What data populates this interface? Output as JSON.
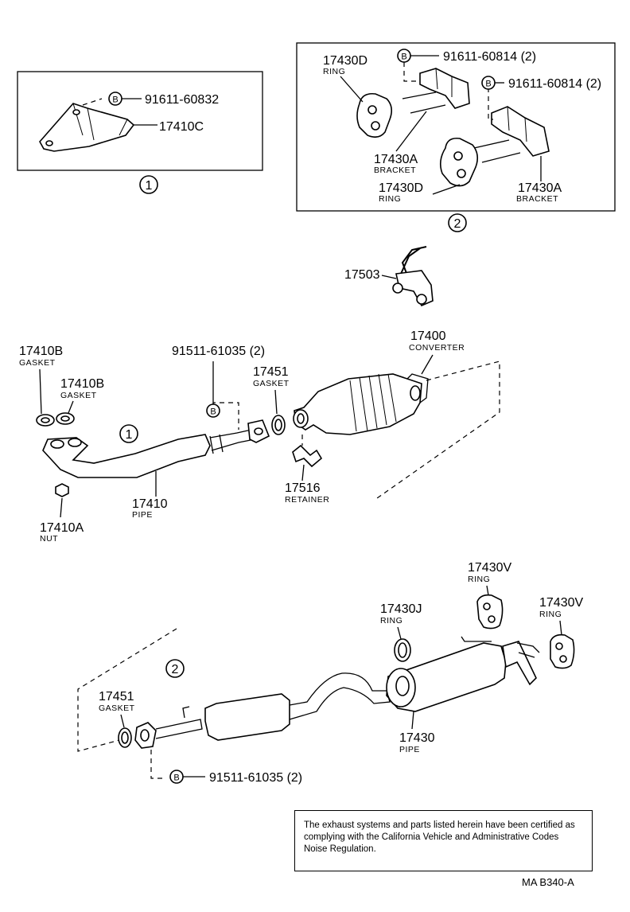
{
  "inset1": {
    "index": "1",
    "bolt_symbol": "B",
    "bolt_part": "91611-60832",
    "part": "17410C"
  },
  "inset2": {
    "index": "2",
    "bolt_symbol": "B",
    "bolt1": "91611-60814 (2)",
    "bolt2": "91611-60814 (2)",
    "ring_top": {
      "part": "17430D",
      "name": "RING"
    },
    "bracket_mid": {
      "part": "17430A",
      "name": "BRACKET"
    },
    "ring_bottom": {
      "part": "17430D",
      "name": "RING"
    },
    "bracket_right": {
      "part": "17430A",
      "name": "BRACKET"
    }
  },
  "hanger": {
    "part": "17503"
  },
  "front_section": {
    "gasket_a": {
      "part": "17410B",
      "name": "GASKET"
    },
    "gasket_b": {
      "part": "17410B",
      "name": "GASKET"
    },
    "bolt_symbol": "B",
    "bolt": "91511-61035 (2)",
    "gasket_c": {
      "part": "17451",
      "name": "GASKET"
    },
    "converter": {
      "part": "17400",
      "name": "CONVERTER"
    },
    "index": "1",
    "pipe": {
      "part": "17410",
      "name": "PIPE"
    },
    "nut": {
      "part": "17410A",
      "name": "NUT"
    },
    "retainer": {
      "part": "17516",
      "name": "RETAINER"
    }
  },
  "rear_section": {
    "index": "2",
    "ring_v_top": {
      "part": "17430V",
      "name": "RING"
    },
    "ring_v_right": {
      "part": "17430V",
      "name": "RING"
    },
    "ring_j": {
      "part": "17430J",
      "name": "RING"
    },
    "gasket": {
      "part": "17451",
      "name": "GASKET"
    },
    "pipe": {
      "part": "17430",
      "name": "PIPE"
    },
    "bolt_symbol": "B",
    "bolt": "91511-61035 (2)"
  },
  "note": "The exhaust systems and parts listed herein have been certified as complying with the California Vehicle and Administrative Codes Noise Regulation.",
  "diagram_code": "MA  B340-A"
}
